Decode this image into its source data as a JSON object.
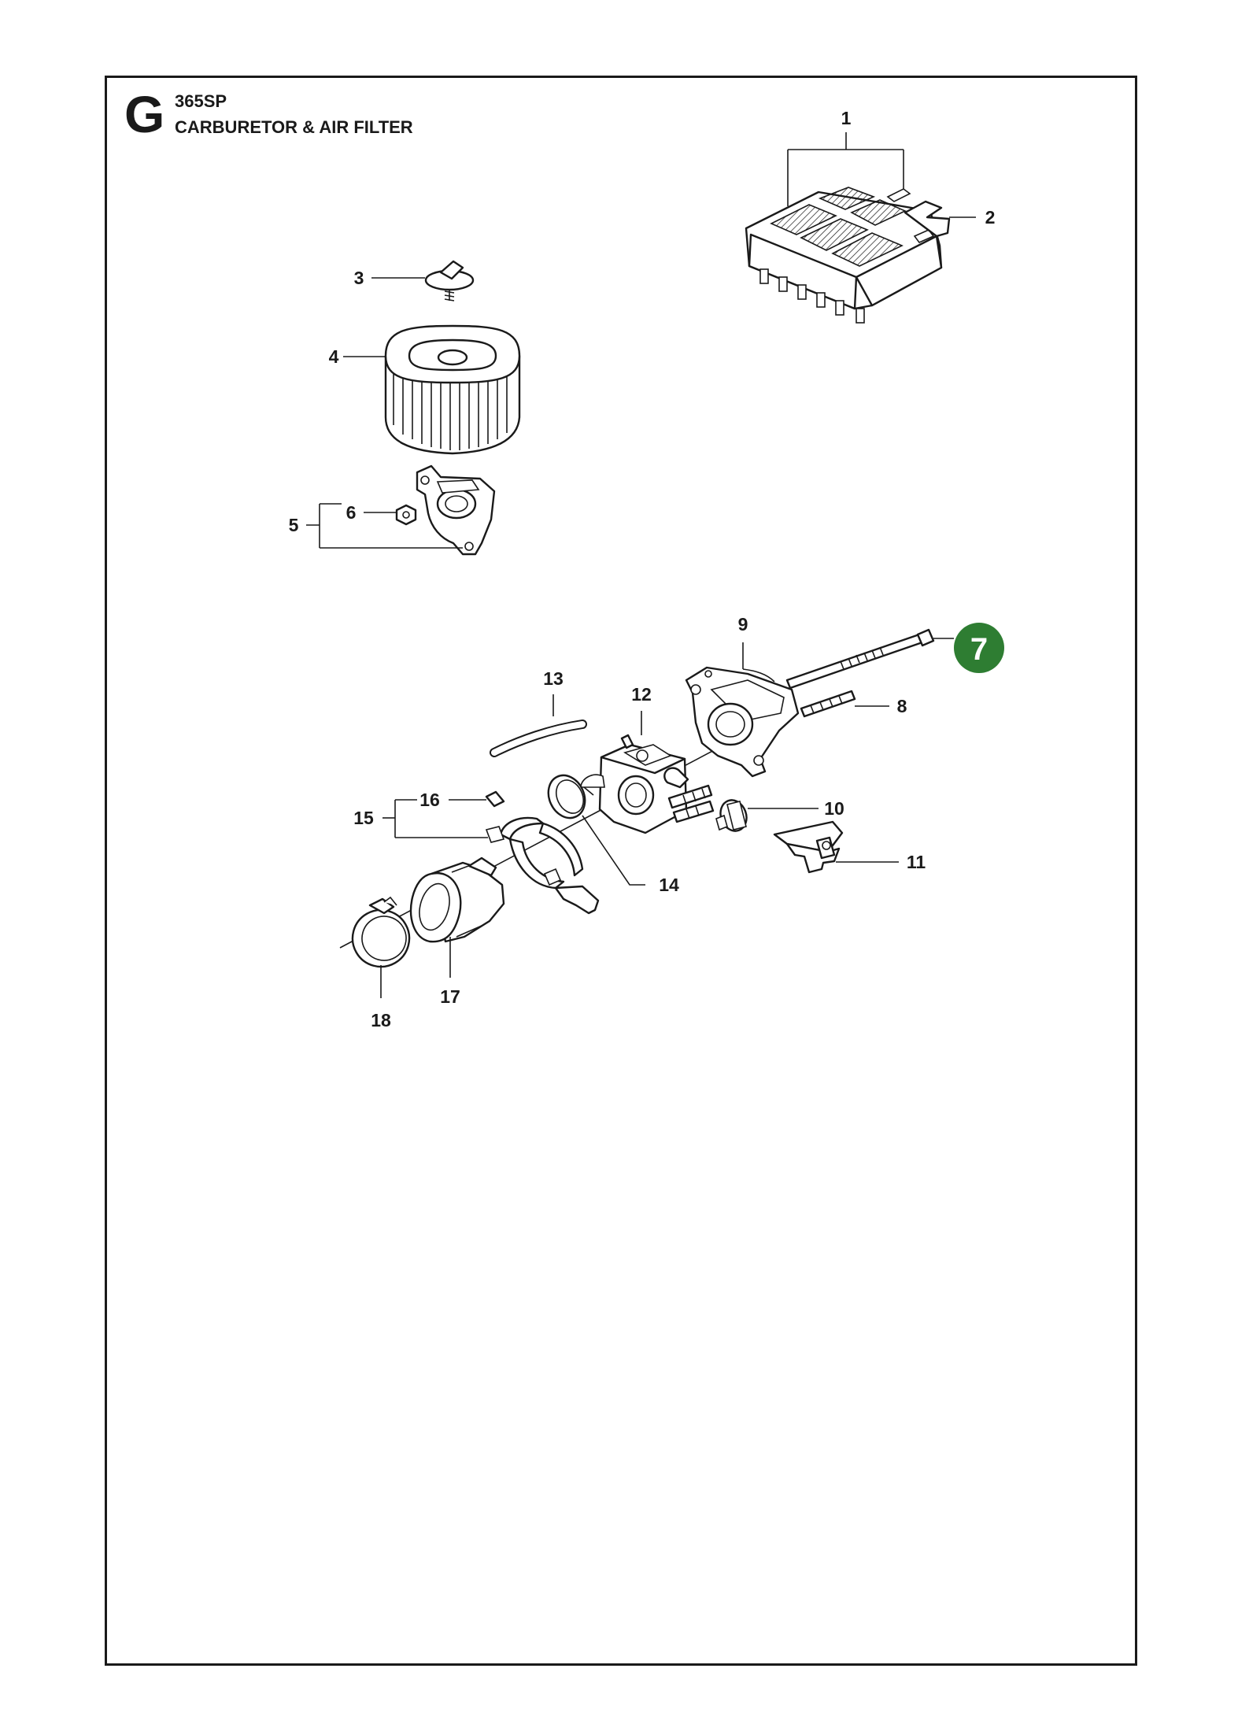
{
  "header": {
    "section_letter": "G",
    "model": "365SP",
    "title": "CARBURETOR & AIR FILTER"
  },
  "callouts": [
    "1",
    "2",
    "3",
    "4",
    "5",
    "6",
    "7",
    "8",
    "9",
    "10",
    "11",
    "12",
    "13",
    "14",
    "15",
    "16",
    "17",
    "18"
  ],
  "highlight": {
    "label": "7",
    "color": "#2e7d32"
  }
}
